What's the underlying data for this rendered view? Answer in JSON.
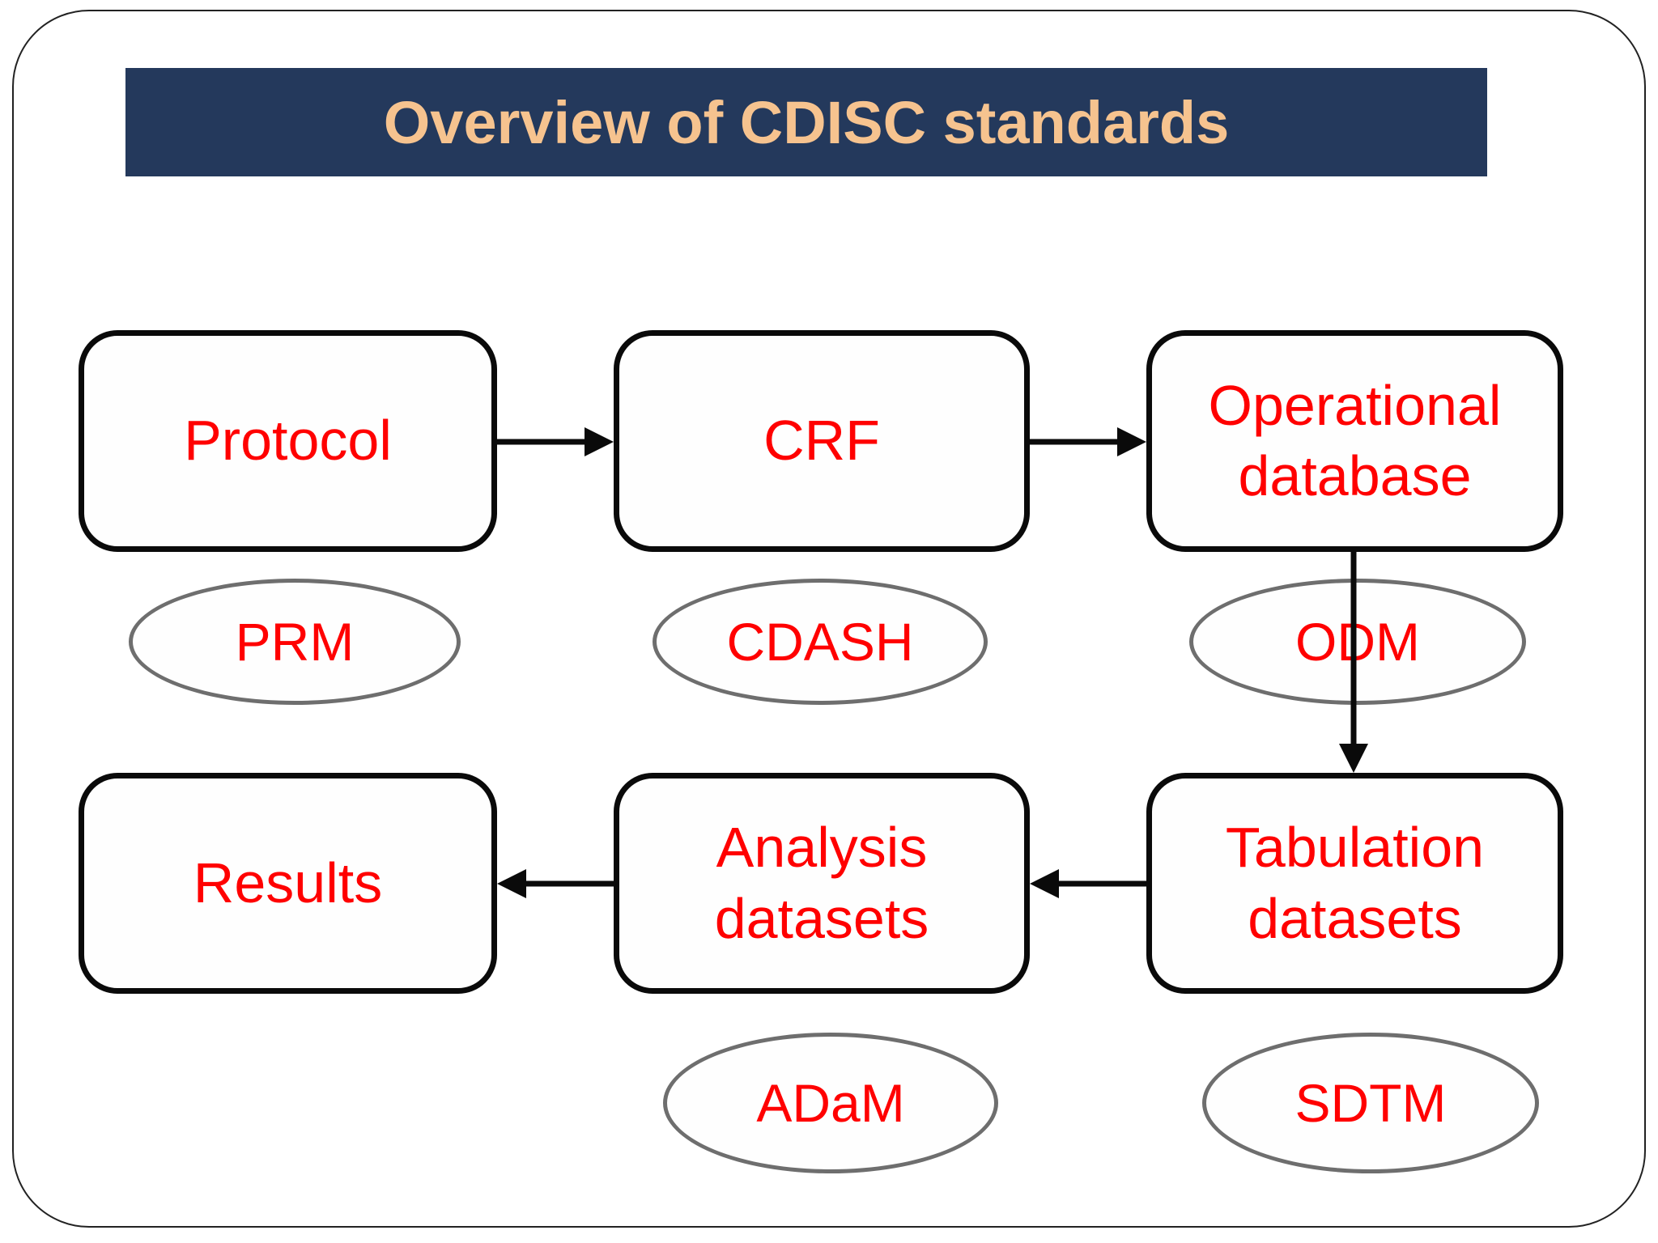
{
  "title": "Overview of CDISC standards",
  "colors": {
    "background": "#ffffff",
    "slide_border": "#222222",
    "title_bar_bg": "#24395c",
    "title_text": "#f6c38f",
    "node_text": "#ff0000",
    "box_border": "#0a0a0a",
    "ellipse_border": "#6e6e6e",
    "arrow": "#0a0a0a"
  },
  "diagram": {
    "process_boxes": [
      {
        "label": "Protocol"
      },
      {
        "label": "CRF"
      },
      {
        "label": "Operational database"
      },
      {
        "label": "Results"
      },
      {
        "label": "Analysis datasets"
      },
      {
        "label": "Tabulation datasets"
      }
    ],
    "standard_ellipses": [
      {
        "label": "PRM"
      },
      {
        "label": "CDASH"
      },
      {
        "label": "ODM"
      },
      {
        "label": "ADaM"
      },
      {
        "label": "SDTM"
      }
    ],
    "arrows": [
      {
        "from": "Protocol",
        "to": "CRF",
        "direction": "right"
      },
      {
        "from": "CRF",
        "to": "Operational database",
        "direction": "right"
      },
      {
        "from": "Operational database",
        "to": "Tabulation datasets",
        "direction": "down"
      },
      {
        "from": "Tabulation datasets",
        "to": "Analysis datasets",
        "direction": "left"
      },
      {
        "from": "Analysis datasets",
        "to": "Results",
        "direction": "left"
      }
    ]
  }
}
